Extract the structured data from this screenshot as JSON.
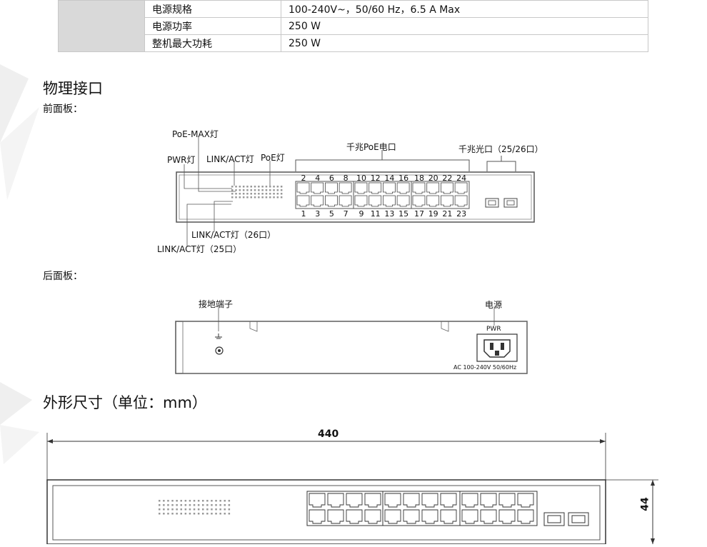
{
  "spec_rows": [
    {
      "key": "电源规格",
      "value": "100-240V~，50/60 Hz，6.5 A Max"
    },
    {
      "key": "电源功率",
      "value": "250 W"
    },
    {
      "key": "整机最大功耗",
      "value": "250 W"
    }
  ],
  "section_ports": {
    "title": "物理接口",
    "front_label": "前面板：",
    "rear_label": "后面板：",
    "front_callouts": {
      "poe_max": "PoE-MAX灯",
      "pwr": "PWR灯",
      "link_act": "LINK/ACT灯",
      "poe": "PoE灯",
      "gig_poe": "千兆PoE电口",
      "gig_fiber": "千兆光口（25/26口）",
      "link26": "LINK/ACT灯（26口）",
      "link25": "LINK/ACT灯（25口）"
    },
    "top_port_numbers": [
      "2",
      "4",
      "6",
      "8",
      "10",
      "12",
      "14",
      "16",
      "18",
      "20",
      "22",
      "24"
    ],
    "bottom_port_numbers": [
      "1",
      "3",
      "5",
      "7",
      "9",
      "11",
      "13",
      "15",
      "17",
      "19",
      "21",
      "23"
    ],
    "rear_callouts": {
      "ground": "接地端子",
      "power": "电源",
      "pwr_text": "PWR",
      "ac_text": "AC 100-240V 50/60Hz"
    }
  },
  "section_dims": {
    "title": "外形尺寸（单位：mm）",
    "width_value": "440",
    "height_value": "44"
  }
}
